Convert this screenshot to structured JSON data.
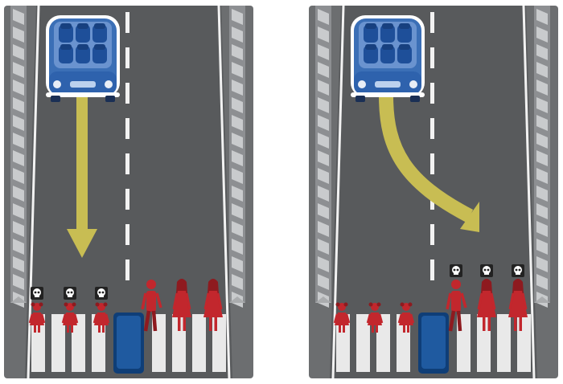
{
  "scene": {
    "colors": {
      "asphalt": "#585a5c",
      "shoulder": "#6c6e70",
      "barrier": "#c9cbcd",
      "lane_marking": "#f2f2f2",
      "crosswalk": "#e9e9e9",
      "car_body": "#3b6fb6",
      "car_seat": "#1e4f99",
      "arrow": "#c8bd53",
      "pedestrian": "#c2272d",
      "skull_box": "#222222",
      "barricade": "#1f5aa0"
    },
    "icons": [
      "skull-icon",
      "car-icon",
      "arrow-icon",
      "pedestrian-icon"
    ],
    "panels": [
      {
        "id": "left",
        "car_path": "straight",
        "pedestrians": [
          "girl",
          "girl",
          "girl",
          "man",
          "woman",
          "woman"
        ],
        "casualties": [
          true,
          true,
          true,
          false,
          false,
          false
        ]
      },
      {
        "id": "right",
        "car_path": "swerve",
        "pedestrians": [
          "girl",
          "girl",
          "girl",
          "man",
          "woman",
          "woman"
        ],
        "casualties": [
          false,
          false,
          false,
          true,
          true,
          true
        ]
      }
    ]
  }
}
